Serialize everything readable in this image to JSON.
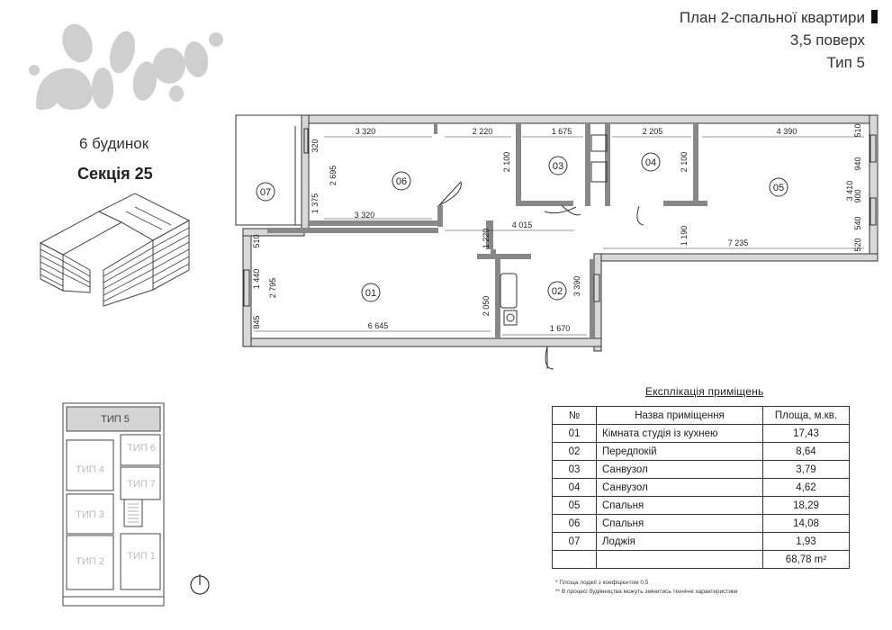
{
  "header": {
    "title": "План 2-спальної квартири",
    "floor": "3,5 поверх",
    "type": "Тип 5"
  },
  "building": "6 будинок",
  "section": "Секція 25",
  "rooms": {
    "r01": "01",
    "r02": "02",
    "r03": "03",
    "r04": "04",
    "r05": "05",
    "r06": "06",
    "r07": "07"
  },
  "dimensions": {
    "d3320_top": "3 320",
    "d2220": "2 220",
    "d1675": "1 675",
    "d2205": "2 205",
    "d4390": "4 390",
    "d510_right": "510",
    "d940": "940",
    "d3410": "3 410",
    "d900": "900",
    "d540": "540",
    "d520": "520",
    "d2100_a": "2 100",
    "d2100_b": "2 100",
    "d320": "320",
    "d2695": "2 695",
    "d1375": "1 375",
    "d3320_bottom": "3 320",
    "d4015": "4 015",
    "d1220": "1 220",
    "d1190": "1 190",
    "d7235": "7 235",
    "d510_left": "510",
    "d1440": "1 440",
    "d2795": "2 795",
    "d845": "845",
    "d2050": "2 050",
    "d3390": "3 390",
    "d6645": "6 645",
    "d1670": "1 670"
  },
  "key_plan": {
    "t5": "ТИП 5",
    "t6": "ТИП 6",
    "t4": "ТИП 4",
    "t7": "ТИП 7",
    "t3": "ТИП 3",
    "t2": "ТИП 2",
    "t1": "ТИП 1"
  },
  "explication": {
    "title": "Експлікація приміщень",
    "headers": [
      "№",
      "Назва приміщення",
      "Площа, м.кв."
    ],
    "rows": [
      [
        "01",
        "Кімната студія із кухнею",
        "17,43"
      ],
      [
        "02",
        "Передпокій",
        "8,64"
      ],
      [
        "03",
        "Санвузол",
        "3,79"
      ],
      [
        "04",
        "Санвузол",
        "4,62"
      ],
      [
        "05",
        "Спальня",
        "18,29"
      ],
      [
        "06",
        "Спальня",
        "14,08"
      ],
      [
        "07",
        "Лоджія",
        "1,93"
      ]
    ],
    "total": "68,78 m²"
  },
  "notes": {
    "n1": "* Площа лоджії з коефіцієнтом 0,5",
    "n2": "** В процесі будівництва можуть змінитись технічні характеристики"
  },
  "colors": {
    "wall": "#777777",
    "line": "#333333",
    "key_plan_highlight": "#d4d4d4"
  }
}
